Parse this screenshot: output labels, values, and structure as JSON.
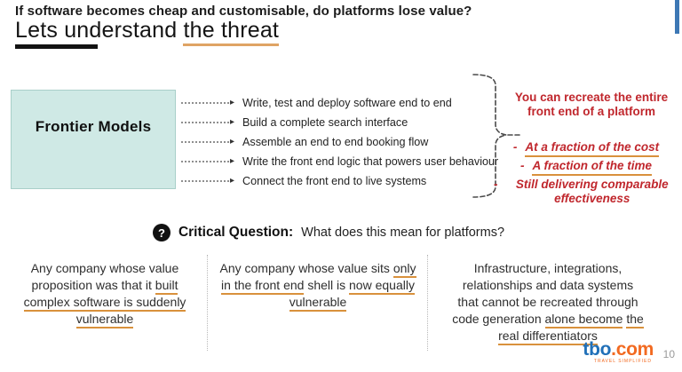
{
  "header": {
    "title": "If software becomes cheap and customisable, do platforms lose value?",
    "subtitle_prefix": "Lets understand ",
    "subtitle_highlight": "the threat"
  },
  "diagram": {
    "source_label": "Frontier Models",
    "capabilities": [
      "Write, test and deploy software end to end",
      "Build a complete search interface",
      "Assemble an end to end booking flow",
      "Write the front end logic that powers user behaviour",
      "Connect the front end to live systems"
    ],
    "conclusion": {
      "heading": "You can recreate the entire front end of a platform",
      "points": [
        {
          "dash": "-",
          "text": "At a fraction of the cost",
          "underlined": true
        },
        {
          "dash": "-",
          "text": "A fraction of the time",
          "underlined": true
        },
        {
          "dash": "-",
          "text": "Still delivering comparable effectiveness",
          "underlined": false
        }
      ]
    }
  },
  "critical_question": {
    "icon_glyph": "?",
    "label": "Critical Question:",
    "question": "What does this mean for platforms?"
  },
  "columns": [
    {
      "segments": [
        {
          "text": "Any company whose value proposition was that it "
        },
        {
          "text": "built complex software is suddenly"
        },
        {
          "text": " "
        },
        {
          "text": "vulnerable"
        }
      ]
    },
    {
      "segments": [
        {
          "text": "Any company whose value sits "
        },
        {
          "text": "only in the front end"
        },
        {
          "text": " shell is "
        },
        {
          "text": "now equally vulnerable"
        }
      ]
    },
    {
      "segments": [
        {
          "text": "Infrastructure, integrations, relationships and data systems that cannot be recreated through code generation "
        },
        {
          "text": "alone become"
        },
        {
          "text": " "
        },
        {
          "text": "the real differentiators"
        }
      ]
    }
  ],
  "footer": {
    "logo_main": "tbo",
    "logo_suffix": ".com",
    "logo_tagline": "TRAVEL SIMPLIFIED",
    "page_number": "10"
  },
  "colors": {
    "accent_red": "#c0272d",
    "underline_orange": "#d9913c",
    "box_teal": "#cfe9e5",
    "logo_blue": "#2170b8",
    "logo_orange": "#f26a21",
    "stripe_blue": "#3d78b5"
  }
}
